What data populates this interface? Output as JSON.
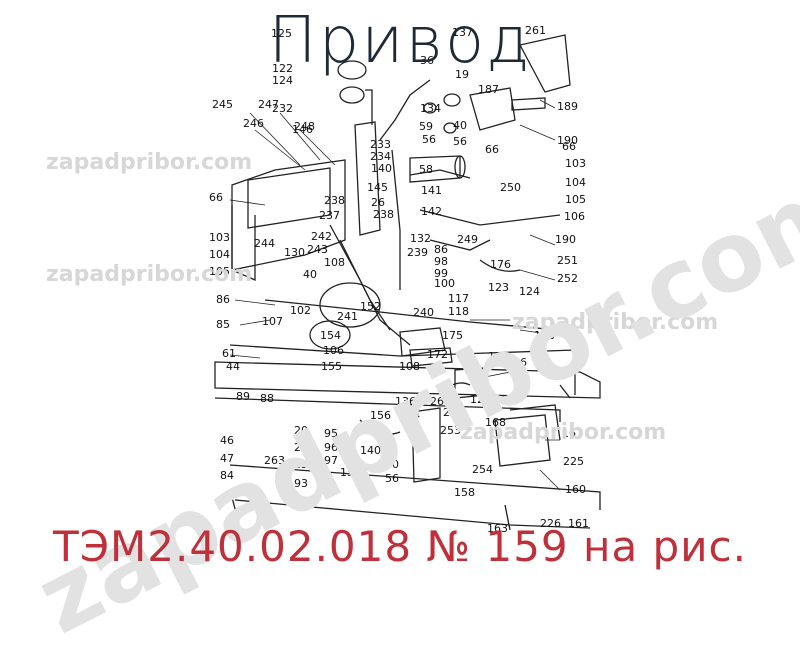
{
  "title": "Привод",
  "caption": "ТЭМ2.40.02.018 № 159 на рис.",
  "watermark": {
    "small": "zapadpribor.com",
    "big": "zapadpribor.com"
  },
  "colors": {
    "title": "#1e2a35",
    "caption": "#c0303a",
    "line": "#222222",
    "watermark": "#d7d7d7"
  },
  "callouts": [
    "125",
    "122",
    "124",
    "232",
    "146",
    "248",
    "247",
    "246",
    "245",
    "66",
    "103",
    "104",
    "105",
    "86",
    "85",
    "61",
    "44",
    "89",
    "88",
    "46",
    "47",
    "84",
    "263",
    "20",
    "22",
    "23",
    "93",
    "95",
    "96",
    "97",
    "157",
    "140",
    "40",
    "56",
    "59",
    "156",
    "134",
    "136",
    "260",
    "24",
    "253",
    "254",
    "158",
    "163",
    "226",
    "161",
    "160",
    "225",
    "167",
    "168",
    "170",
    "12",
    "6",
    "173",
    "178",
    "175",
    "172",
    "108",
    "155",
    "106",
    "154",
    "241",
    "152",
    "107",
    "102",
    "40",
    "108",
    "242",
    "243",
    "130",
    "244",
    "237",
    "238",
    "26",
    "238",
    "142",
    "141",
    "58",
    "145",
    "140",
    "233",
    "234",
    "56",
    "59",
    "134",
    "36",
    "137",
    "19",
    "187",
    "261",
    "189",
    "190",
    "66",
    "103",
    "104",
    "105",
    "106",
    "190",
    "251",
    "252",
    "124",
    "123",
    "176",
    "250",
    "66",
    "56",
    "40",
    "249",
    "132",
    "239",
    "86",
    "98",
    "99",
    "100",
    "117",
    "118",
    "240"
  ]
}
